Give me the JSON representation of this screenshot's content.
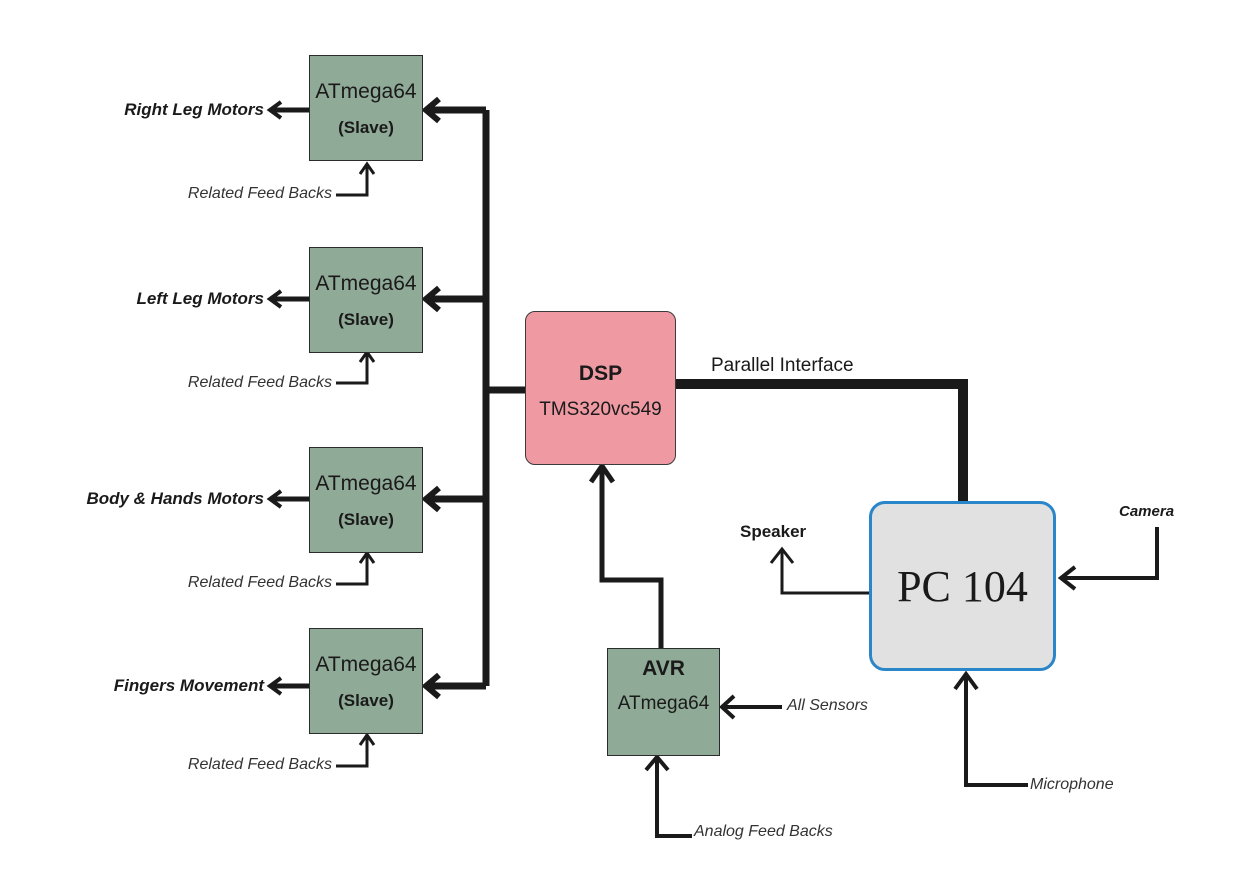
{
  "slaves": [
    {
      "chip": "ATmega64",
      "role": "(Slave)",
      "output": "Right Leg Motors",
      "feedback": "Related Feed Backs"
    },
    {
      "chip": "ATmega64",
      "role": "(Slave)",
      "output": "Left Leg Motors",
      "feedback": "Related Feed Backs"
    },
    {
      "chip": "ATmega64",
      "role": "(Slave)",
      "output": "Body & Hands Motors",
      "feedback": "Related Feed Backs"
    },
    {
      "chip": "ATmega64",
      "role": "(Slave)",
      "output": "Fingers Movement",
      "feedback": "Related Feed Backs"
    }
  ],
  "dsp": {
    "title": "DSP",
    "model": "TMS320vc549"
  },
  "avr": {
    "title": "AVR",
    "chip": "ATmega64"
  },
  "pc": {
    "title": "PC 104"
  },
  "links": {
    "parallel": "Parallel Interface",
    "speaker": "Speaker",
    "camera": "Camera",
    "microphone": "Microphone",
    "all_sensors": "All Sensors",
    "analog_feedbacks": "Analog Feed Backs"
  },
  "colors": {
    "slave_fill": "#8faa96",
    "dsp_fill": "#ef9aa3",
    "pc_fill": "#e1e1e1",
    "pc_border": "#2a86c8",
    "wire": "#1a1a1a"
  }
}
